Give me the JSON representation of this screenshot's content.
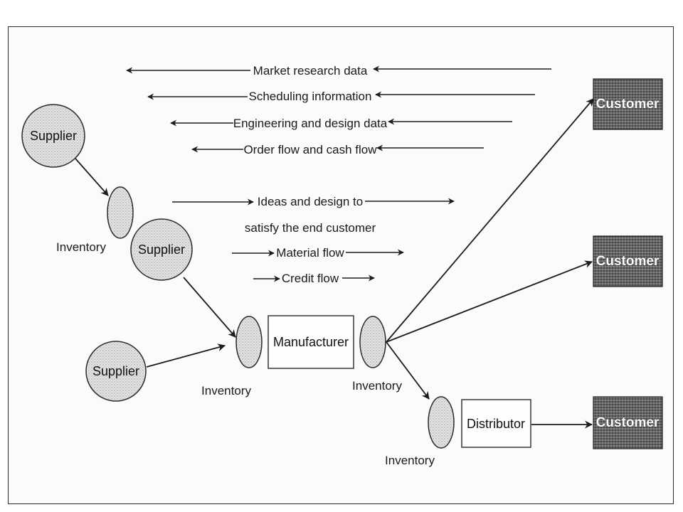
{
  "nodes": {
    "supplier_1": "Supplier",
    "supplier_2": "Supplier",
    "supplier_3": "Supplier",
    "manufacturer": "Manufacturer",
    "distributor": "Distributor",
    "customer_1": "Customer",
    "customer_2": "Customer",
    "customer_3": "Customer",
    "inventory_1": "Inventory",
    "inventory_2": "Inventory",
    "inventory_3": "Inventory",
    "inventory_4": "Inventory"
  },
  "backward_flows": {
    "market_research": "Market research data",
    "scheduling": "Scheduling information",
    "engineering": "Engineering and design data",
    "order_cash": "Order flow and cash flow"
  },
  "forward_flows": {
    "ideas_line1": "Ideas and design to",
    "ideas_line2": "satisfy the end customer",
    "material": "Material flow",
    "credit": "Credit flow"
  },
  "colors": {
    "line": "#1c1c1c",
    "node_fill": "#dcdcdc",
    "customer_fill": "#6e6e6e"
  }
}
